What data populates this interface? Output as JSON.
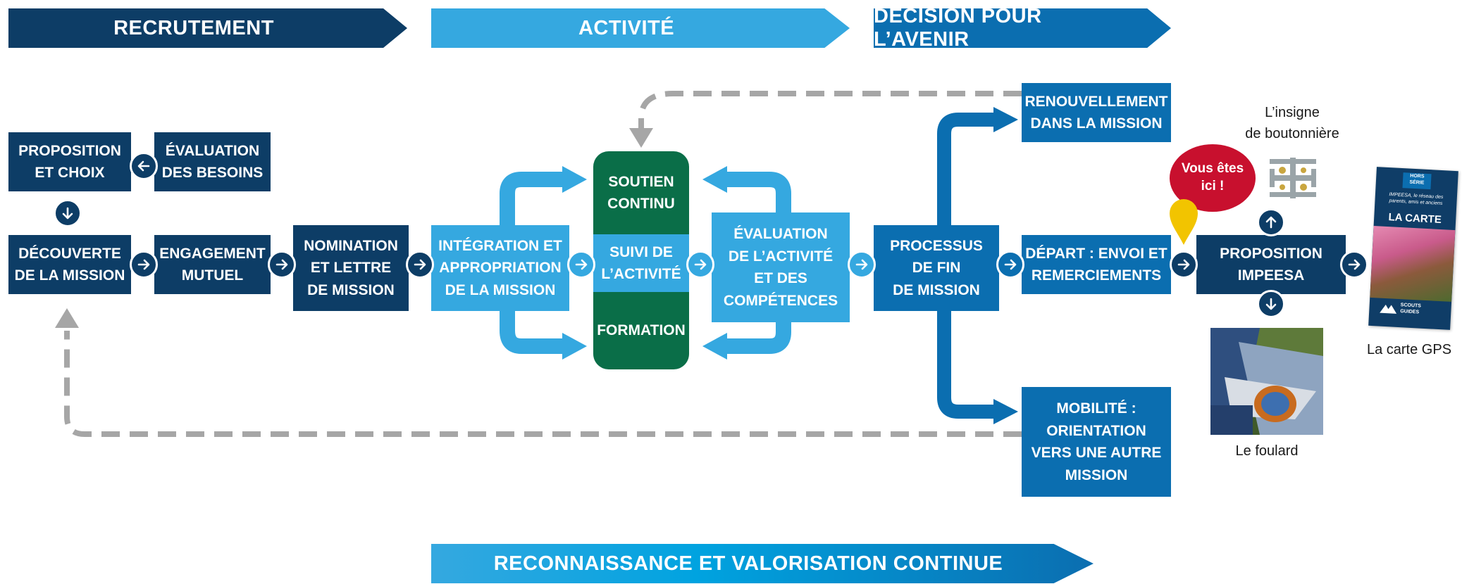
{
  "phases": {
    "recrutement": "RECRUTEMENT",
    "activite": "ACTIVITÉ",
    "decision": "DÉCISION POUR L’AVENIR",
    "reconnaissance": "RECONNAISSANCE ET VALORISATION CONTINUE"
  },
  "boxes": {
    "proposition_choix": "PROPOSITION\nET CHOIX",
    "evaluation_besoins": "ÉVALUATION\nDES BESOINS",
    "decouverte": "DÉCOUVERTE\nDE LA MISSION",
    "engagement": "ENGAGEMENT\nMUTUEL",
    "nomination": "NOMINATION\nET LETTRE\nDE MISSION",
    "integration": "INTÉGRATION ET\nAPPROPRIATION\nDE LA MISSION",
    "soutien": "SOUTIEN\nCONTINU",
    "suivi": "SUIVI DE\nL’ACTIVITÉ",
    "formation": "FORMATION",
    "evaluation_activite": "ÉVALUATION\nDE L’ACTIVITÉ\nET DES\nCOMPÉTENCES",
    "processus_fin": "PROCESSUS\nDE FIN\nDE MISSION",
    "renouvellement": "RENOUVELLEMENT\nDANS LA MISSION",
    "depart": "DÉPART : ENVOI ET\nREMERCIEMENTS",
    "mobilite": "MOBILITÉ :\nORIENTATION\nVERS UNE AUTRE\nMISSION",
    "proposition_impeesa": "PROPOSITION\nIMPEESA"
  },
  "callout": "Vous êtes\nici !",
  "labels": {
    "insigne": "L’insigne\nde boutonnière",
    "foulard": "Le foulard",
    "carte_gps": "La carte GPS"
  },
  "card": {
    "badge": "HORS\nSÉRIE",
    "subtitle": "IMPEESA, le réseau des parents, amis et anciens",
    "title": "LA CARTE",
    "brand": "SCOUTS\nGUIDES"
  },
  "colors": {
    "navy": "#0d3d66",
    "mid_blue": "#0b6eb0",
    "light_blue": "#35a8e0",
    "green": "#0a6e48",
    "red": "#c8102e",
    "yellow": "#f2c400",
    "gray": "#a6a6a6"
  }
}
